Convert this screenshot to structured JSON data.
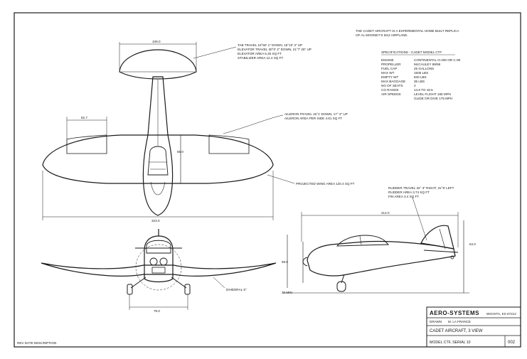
{
  "notes": {
    "line1": "THE CADET AIRCRAFT IS A EXPERIMENTAL HOME BUILT REPLICA",
    "line2": "OF AL MOONEY'S M12 AIRPLANE."
  },
  "specs": {
    "title": "SPECIFICATIONS - CADET MODEL CTF",
    "rows": [
      {
        "label": "ENGINE",
        "value": "CONTINENTAL O-200 OR C-90"
      },
      {
        "label": "PROPELLER",
        "value": "McCAULEY 69/58"
      },
      {
        "label": "FUEL CAP",
        "value": "25 GALLONS"
      },
      {
        "label": "MAX WT",
        "value": "1505 LBS"
      },
      {
        "label": "EMPTY WT",
        "value": "840 LBS"
      },
      {
        "label": "MAX BAGGAGE",
        "value": "35 LBS"
      },
      {
        "label": "NO OF SEATS",
        "value": "2"
      },
      {
        "label": "CG RANGE",
        "value": "14.8 TO 19.5"
      },
      {
        "label": "AIR SPEEDS",
        "value": "LEVEL FLIGHT 165 MPH"
      },
      {
        "label": "",
        "value": "GLIDE OR DIVE 175 MPH"
      }
    ]
  },
  "annotations": {
    "tail": [
      "TAB TRAVEL 15°50' 1\" DOWN, 15°10' 3\" UP",
      "ELEVATOR TRAVEL 30°0' 2\" DOWN, 21°7' 25\" UP",
      "ELEVATOR AREA 5.26 SQ FT",
      "STABILIZER AREA 12.4 SQ FT"
    ],
    "aileron": [
      "AILERON TRAVEL 15°1' DOWN, 17° 2\" UP",
      "AILERON AREA PER SIDE 4.61 SQ FT"
    ],
    "wing_area": "PROJECTED WING AREA 120.4 SQ FT",
    "rudder": [
      "RUDDER TRAVEL 34° 3\" RIGHT, 31°9' LEFT",
      "RUDDER AREA 3.74 SQ FT",
      "FIN AREA 3.4 SQ FT"
    ],
    "dihedral": "DIHEDRAL 5°"
  },
  "dimensions": {
    "tail_span": "108.0",
    "aileron_len": "62.7",
    "wing_chord": "66.0",
    "wing_span": "323.0",
    "length": "214.0",
    "height": "64.0",
    "prop_height": "69.0",
    "ground": "30 MIN",
    "track": "79.0"
  },
  "title_block": {
    "company": "AERO-SYSTEMS",
    "city": "WICHITA, KS 67212",
    "drawn_label": "DRAWN",
    "drawn_by": "M. LA FRANCE",
    "title": "CADET AIRCRAFT, 3 VIEW",
    "model": "MODEL CTF, SERIAL 10",
    "sheet": "002"
  },
  "fine_print": "REV DATE DESCRIPTION"
}
